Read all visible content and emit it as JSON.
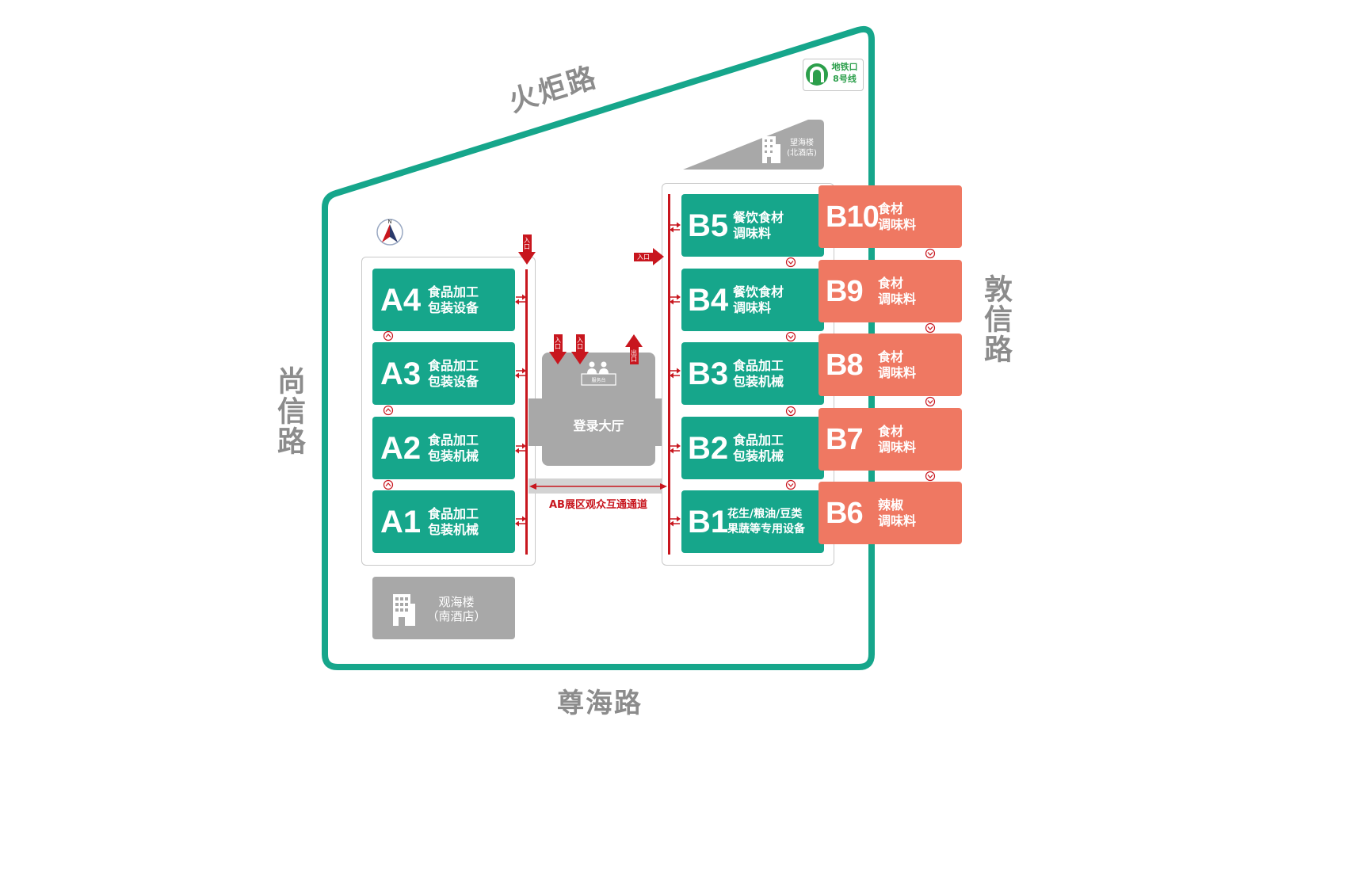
{
  "roads": {
    "north": "火炬路",
    "west": "尚信路",
    "east": "敦信路",
    "south": "尊海路"
  },
  "metro": {
    "name": "地铁口",
    "line": "8号线",
    "icon": "metro-logo-icon"
  },
  "compass": {
    "label": "N",
    "icon": "compass-north-icon"
  },
  "buildings": {
    "north_hotel": {
      "name": "望海楼",
      "note": "(北酒店)",
      "icon": "building-icon"
    },
    "south_hotel": {
      "name": "观海楼",
      "note": "（南酒店）",
      "icon": "building-icon"
    }
  },
  "zone_a": {
    "halls": [
      {
        "code": "A4",
        "lines": [
          "食品加工",
          "包装设备"
        ]
      },
      {
        "code": "A3",
        "lines": [
          "食品加工",
          "包装设备"
        ]
      },
      {
        "code": "A2",
        "lines": [
          "食品加工",
          "包装机械"
        ]
      },
      {
        "code": "A1",
        "lines": [
          "食品加工",
          "包装机械"
        ]
      }
    ]
  },
  "zone_b": {
    "halls": [
      {
        "code": "B5",
        "lines": [
          "餐饮食材",
          "调味料"
        ]
      },
      {
        "code": "B4",
        "lines": [
          "餐饮食材",
          "调味料"
        ]
      },
      {
        "code": "B3",
        "lines": [
          "食品加工",
          "包装机械"
        ]
      },
      {
        "code": "B2",
        "lines": [
          "食品加工",
          "包装机械"
        ]
      },
      {
        "code": "B1",
        "lines": [
          "花生/粮油/豆类",
          "果蔬等专用设备"
        ]
      }
    ]
  },
  "zone_b_outer": {
    "halls": [
      {
        "code": "B10",
        "lines": [
          "食材",
          "调味料"
        ]
      },
      {
        "code": "B9",
        "lines": [
          "食材",
          "调味料"
        ]
      },
      {
        "code": "B8",
        "lines": [
          "食材",
          "调味料"
        ]
      },
      {
        "code": "B7",
        "lines": [
          "食材",
          "调味料"
        ]
      },
      {
        "code": "B6",
        "lines": [
          "辣椒",
          "调味料"
        ]
      }
    ]
  },
  "lobby": {
    "name": "登录大厅",
    "service_desk": "服务台",
    "icon": "service-desk-icon"
  },
  "corridor": {
    "label": "AB展区观众互通通道"
  },
  "signs": {
    "entrance": "入口",
    "exit": "出口"
  },
  "icons": {
    "two_way": "double-arrow-icon",
    "flow_up": "chevron-up-icon",
    "flow_down": "chevron-down-icon"
  },
  "colors": {
    "boundary": "#16a68b",
    "hall_green": "#16a68b",
    "hall_orange": "#ef7862",
    "facility_gray": "#a8a8a8",
    "route_red": "#c8161e",
    "road_label": "#8c8c8c",
    "metro_green": "#2c9f4b"
  }
}
